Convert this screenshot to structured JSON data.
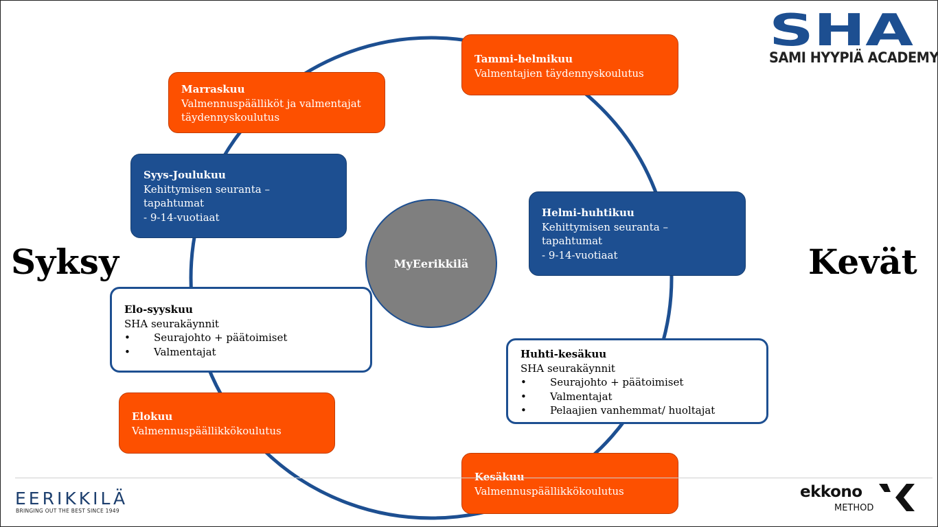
{
  "center": {
    "label": "MyEerikkilä"
  },
  "seasons": {
    "left": "Syksy",
    "right": "Kevät"
  },
  "boxes": {
    "tammi": {
      "title": "Tammi-helmikuu",
      "lines": [
        "Valmentajien täydennyskoulutus"
      ]
    },
    "marras": {
      "title": "Marraskuu",
      "lines": [
        "Valmennuspäälliköt ja valmentajat",
        "täydennyskoulutus"
      ]
    },
    "syys_joulu": {
      "title": "Syys-Joulukuu",
      "lines": [
        "Kehittymisen seuranta –",
        "tapahtumat",
        "- 9-14-vuotiaat"
      ]
    },
    "helmi_huhti": {
      "title": "Helmi-huhtikuu",
      "lines": [
        "Kehittymisen seuranta –",
        "tapahtumat",
        "- 9-14-vuotiaat"
      ]
    },
    "elo_syys": {
      "title": "Elo-syyskuu",
      "subtitle": "SHA seurakäynnit",
      "bullet": "•",
      "bullets": [
        "Seurajohto + päätoimiset",
        "Valmentajat"
      ]
    },
    "huhti_kesa": {
      "title": "Huhti-kesäkuu",
      "subtitle": "SHA seurakäynnit",
      "bullet": "•",
      "bullets": [
        "Seurajohto + päätoimiset",
        "Valmentajat",
        "Pelaajien vanhemmat/ huoltajat"
      ]
    },
    "elo": {
      "title": "Elokuu",
      "lines": [
        "Valmennuspäällikkökoulutus"
      ]
    },
    "kesa": {
      "title": "Kesäkuu",
      "lines": [
        "Valmennuspäällikkökoulutus"
      ]
    }
  },
  "logos": {
    "sha": {
      "mark": "SHA",
      "name": "SAMI HYYPIÄ ACADEMY"
    },
    "eerikkila": {
      "name": "EERIKKILÄ",
      "tagline": "BRINGING OUT THE BEST SINCE 1949"
    },
    "ekkono": {
      "name": "ekkono",
      "sub": "METHOD"
    }
  },
  "colors": {
    "orange": "#fd5000",
    "blue": "#1d4f91",
    "grey": "#7f7f7f"
  }
}
